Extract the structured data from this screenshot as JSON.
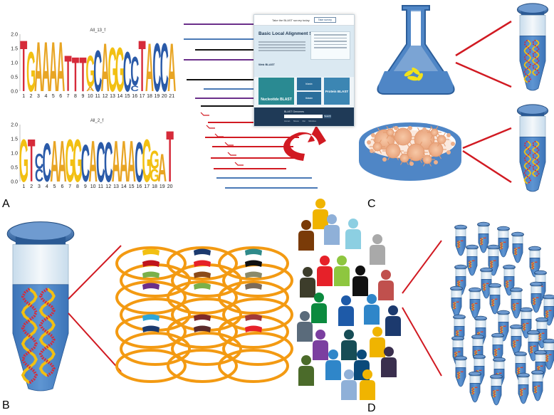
{
  "panel_labels": {
    "a": "A",
    "b": "B",
    "c": "C",
    "d": "D"
  },
  "logo_top": {
    "title": "All_13_f",
    "y_ticks": [
      "2.0",
      "1.5",
      "1.0",
      "0.5",
      "0.0"
    ],
    "x_ticks": [
      "1",
      "2",
      "3",
      "4",
      "5",
      "6",
      "7",
      "8",
      "9",
      "10",
      "11",
      "12",
      "13",
      "14",
      "15",
      "16",
      "17",
      "18",
      "19",
      "20",
      "21"
    ],
    "letters": [
      "T",
      "G",
      "A",
      "A",
      "A",
      "A",
      "T",
      "T",
      "T",
      "G",
      "C",
      "A",
      "G",
      "G",
      "C",
      "C",
      "T",
      "A",
      "C",
      "C",
      "A"
    ],
    "heights": [
      1.85,
      1.45,
      1.8,
      1.8,
      1.8,
      1.8,
      1.3,
      1.25,
      1.25,
      1.3,
      1.5,
      1.75,
      1.6,
      1.6,
      1.45,
      1.25,
      1.85,
      1.75,
      1.75,
      1.75,
      1.75
    ],
    "sub": [
      null,
      null,
      null,
      null,
      null,
      null,
      null,
      null,
      null,
      "A",
      null,
      null,
      null,
      null,
      null,
      "C",
      null,
      null,
      null,
      null,
      null
    ],
    "sub_heights": [
      0,
      0,
      0,
      0,
      0,
      0,
      0,
      0,
      0,
      0.15,
      0,
      0,
      0,
      0,
      0,
      0.2,
      0,
      0,
      0,
      0,
      0
    ]
  },
  "logo_bottom": {
    "title": "All_2_f",
    "y_ticks": [
      "2.0",
      "1.5",
      "1.0",
      "0.5",
      "0.0"
    ],
    "x_ticks": [
      "1",
      "2",
      "3",
      "4",
      "5",
      "6",
      "7",
      "8",
      "9",
      "10",
      "11",
      "12",
      "13",
      "14",
      "15",
      "16",
      "17",
      "18",
      "19",
      "20"
    ],
    "letters": [
      "G",
      "T",
      "C",
      "C",
      "A",
      "A",
      "G",
      "G",
      "C",
      "A",
      "C",
      "C",
      "A",
      "A",
      "A",
      "C",
      "G",
      "G",
      "A",
      "T"
    ],
    "heights": [
      1.55,
      1.55,
      1.0,
      1.4,
      1.5,
      1.5,
      1.55,
      1.55,
      1.35,
      1.5,
      1.45,
      1.45,
      1.5,
      1.5,
      1.5,
      1.45,
      1.55,
      1.1,
      1.0,
      1.85
    ],
    "sub": [
      null,
      null,
      "C",
      null,
      null,
      null,
      null,
      null,
      null,
      null,
      null,
      null,
      null,
      null,
      null,
      null,
      null,
      "G",
      null,
      null
    ],
    "sub_heights": [
      0,
      0,
      0.45,
      0,
      0,
      0,
      0,
      0,
      0,
      0,
      0,
      0,
      0,
      0,
      0,
      0,
      0,
      0.45,
      0,
      0
    ]
  },
  "blast": {
    "banner": "Take the BLAST survey today",
    "banner_button": "Take survey",
    "title": "Basic Local Alignment Search Tool",
    "web_blast": "Web BLAST",
    "tile_nucleotide": "Nucleotide BLAST",
    "tile_blastx": "blastx",
    "tile_tblastn": "tblastn",
    "tile_protein": "Protein BLAST",
    "search_label": "BLAST Genomes",
    "search_button": "Search",
    "search_links": "Human Mouse Rat Microbes"
  },
  "colors": {
    "A": "#e8a524",
    "C": "#2a5aa8",
    "G": "#f2c012",
    "T": "#d62b3a",
    "flask": "#4f86c6",
    "tube_cap": "#3a6fb0",
    "red_line": "#d11a22",
    "plasmid": "#f39a12",
    "dish_fill": "#ecc1a4"
  },
  "people_colors": [
    "#f0b400",
    "#7a3b08",
    "#8fb0d8",
    "#8ccfe2",
    "#a9a9a9",
    "#3d3d2b",
    "#e62129",
    "#8ec63f",
    "#111111",
    "#c0504d",
    "#0b8a3e",
    "#1e5aa8",
    "#2f86c9",
    "#1c3a6e",
    "#5a6b7b",
    "#7b3fa0",
    "#174d56",
    "#f0b400",
    "#2f86c9",
    "#0a4a7a",
    "#3a2f4e",
    "#4b6b2a",
    "#8fb0d8",
    "#f0b400"
  ]
}
